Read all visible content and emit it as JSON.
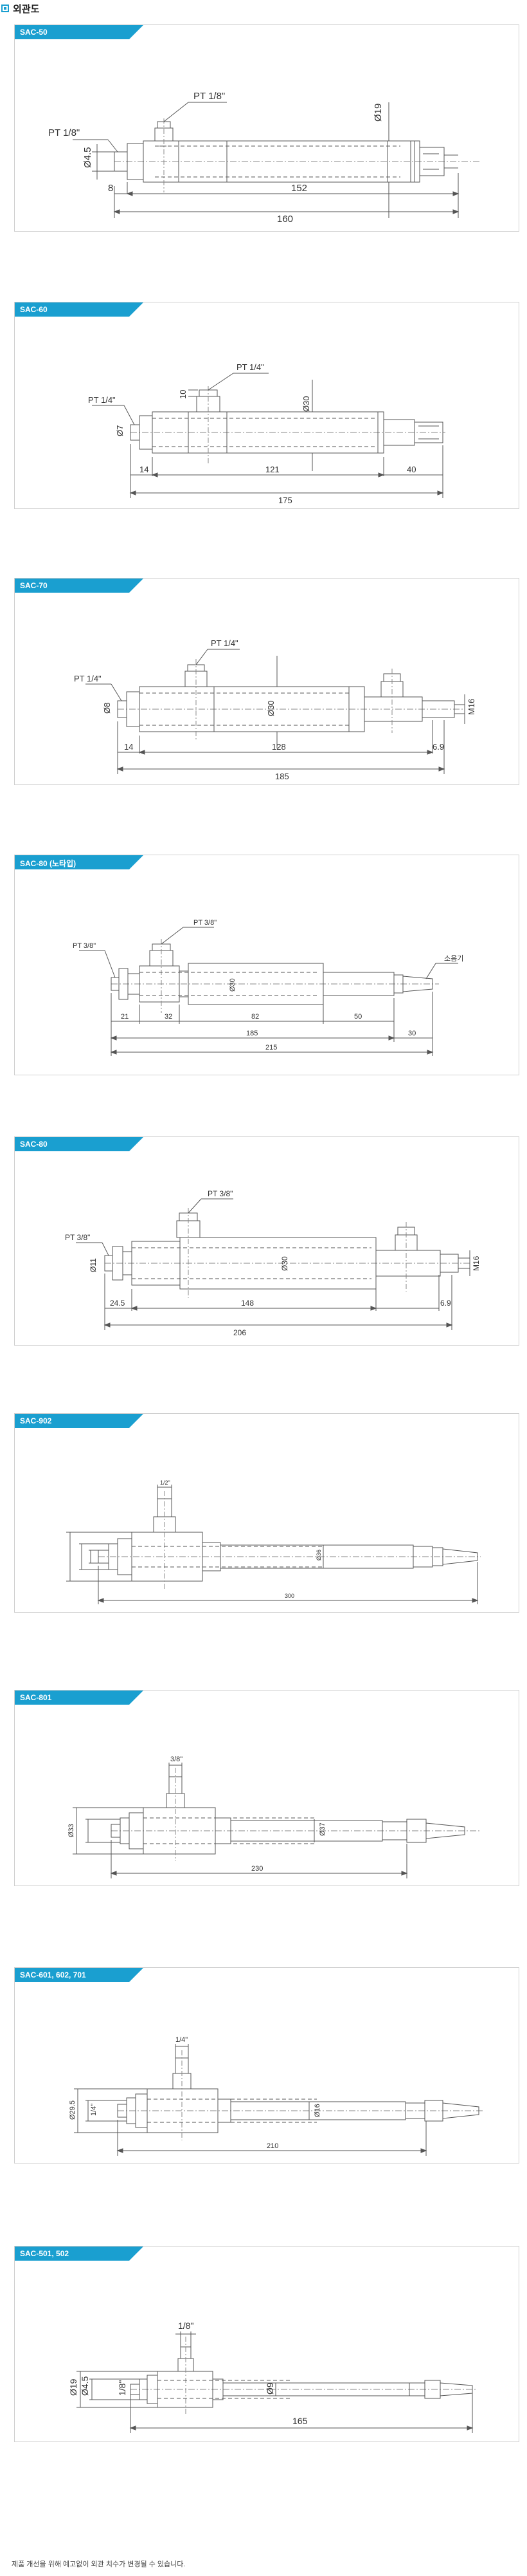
{
  "header": {
    "title": "외관도"
  },
  "panels": [
    {
      "tag": "SAC-50",
      "labels": {
        "port_top": "PT 1/8\"",
        "port_left": "PT 1/8\"",
        "dia_body": "Ø19",
        "dia_left": "Ø4.5",
        "dim_a": "8",
        "dim_b": "152",
        "dim_total": "160"
      }
    },
    {
      "tag": "SAC-60",
      "labels": {
        "port_top": "PT 1/4\"",
        "port_left": "PT 1/4\"",
        "dim_port": "10",
        "dia_body": "Ø30",
        "dia_left": "Ø7",
        "dim_a": "14",
        "dim_b": "121",
        "dim_c": "40",
        "dim_total": "175"
      }
    },
    {
      "tag": "SAC-70",
      "labels": {
        "port_top": "PT 1/4\"",
        "port_left": "PT 1/4\"",
        "dia_body": "Ø30",
        "dia_left": "Ø8",
        "thread_right": "M16",
        "dim_a": "14",
        "dim_b": "128",
        "dim_c": "6.9",
        "dim_total": "185"
      }
    },
    {
      "tag": "SAC-80 (노타입)",
      "labels": {
        "port_top": "PT 3/8\"",
        "port_left": "PT 3/8\"",
        "dia_body": "Ø30",
        "nozzle": "소음기",
        "dim_a": "21",
        "dim_b": "32",
        "dim_c": "82",
        "dim_d": "50",
        "dim_e": "30",
        "dim_mid": "185",
        "dim_total": "215"
      }
    },
    {
      "tag": "SAC-80",
      "labels": {
        "port_top": "PT 3/8\"",
        "port_left": "PT 3/8\"",
        "dia_body": "Ø30",
        "dia_left": "Ø11",
        "thread_right": "M16",
        "dim_a": "24.5",
        "dim_b": "148",
        "dim_c": "6.9",
        "dim_total": "206"
      }
    },
    {
      "tag": "SAC-902",
      "labels": {
        "port_top": "1/2\"",
        "dia_body": "Ø36",
        "dim_total": "300"
      }
    },
    {
      "tag": "SAC-801",
      "labels": {
        "port_top": "3/8\"",
        "dia_left": "Ø33",
        "dia_body": "Ø37",
        "dim_total": "230"
      }
    },
    {
      "tag": "SAC-601, 602, 701",
      "labels": {
        "port_top": "1/4\"",
        "dia_left": "Ø29.5",
        "dia_left2": "1/4\"",
        "dia_body": "Ø16",
        "dim_total": "210"
      }
    },
    {
      "tag": "SAC-501, 502",
      "labels": {
        "port_top": "1/8\"",
        "dia_left": "Ø19",
        "dia_left2": "Ø4.5",
        "dia_left3": "1/8\"",
        "dia_body": "Ø9",
        "dim_total": "165"
      }
    }
  ],
  "footnote": "제품 개선을 위해 예고없이 외관 치수가 변경될 수 있습니다."
}
